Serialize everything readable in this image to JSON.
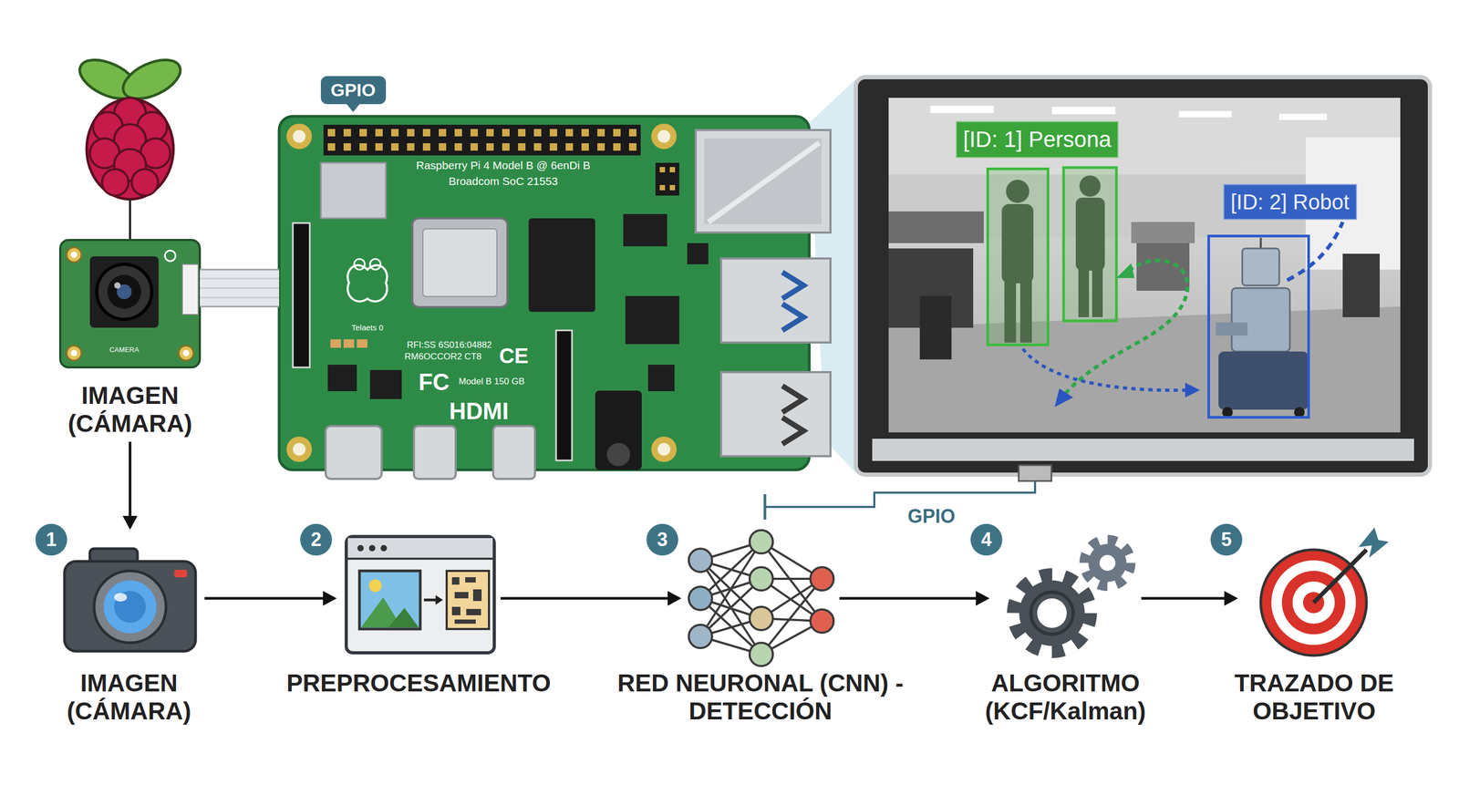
{
  "diagram": {
    "nodes": [
      {
        "text": [
          "IMAGEN (CÁMARA)"
        ]
      },
      {
        "text": [
          "Raspberry Pi 4 Model B @ 6enDi B",
          "Broadcom SoC 21553"
        ]
      },
      {
        "text": [
          "[ID: 1] Persona"
        ]
      },
      {
        "text": [
          "[ID: 2] Robot"
        ]
      },
      {
        "text": [
          "IMAGEN (CÁMARA)"
        ]
      },
      {
        "text": [
          "PREPROCESAMIENTO"
        ]
      },
      {
        "text": [
          "RED NEURONAL (CNN) - DETECCIÓN"
        ]
      },
      {
        "text": [
          "ALGORITMO (KCF/Kalman)"
        ]
      },
      {
        "text": [
          "TRAZADO DE OBJETIVO"
        ]
      }
    ],
    "edges": [
      {
        "from": 0,
        "to": 1,
        "arrow": "none"
      },
      {
        "from": 0,
        "to": 4,
        "arrow": "to"
      },
      {
        "from": 4,
        "to": 5,
        "arrow": "to"
      },
      {
        "from": 5,
        "to": 6,
        "arrow": "to"
      },
      {
        "from": 6,
        "to": 7,
        "arrow": "to"
      },
      {
        "from": 7,
        "to": 8,
        "arrow": "to"
      }
    ],
    "labels": [
      "GPIO",
      "GPIO",
      "1",
      "2",
      "3",
      "4",
      "5",
      "HDMI",
      "CE",
      "FC",
      "Model B 150 GB",
      "RFI:SS 6S016:04882",
      "RM6OCCOR2 CT8",
      "Telaets 0",
      "CAMERA"
    ]
  }
}
